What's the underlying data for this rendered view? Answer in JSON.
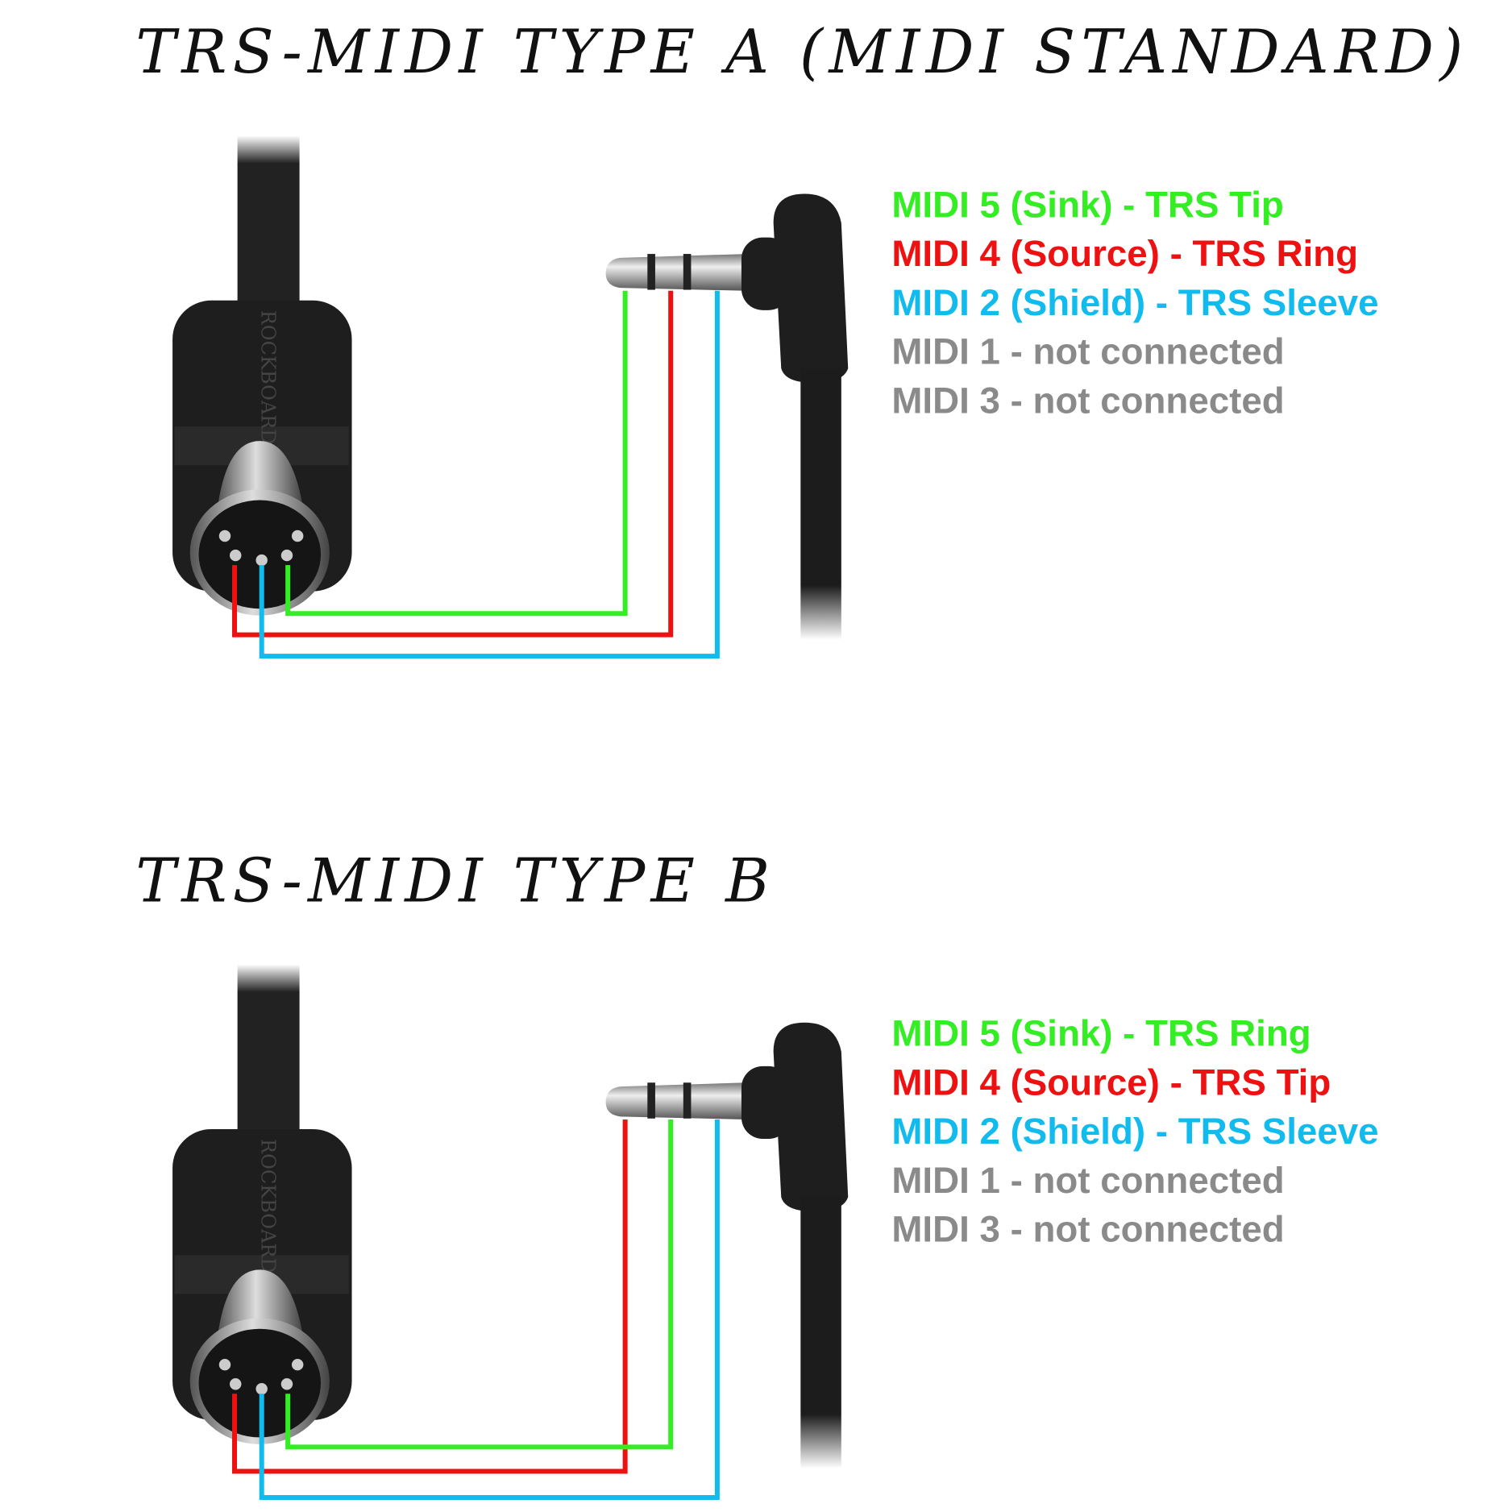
{
  "colors": {
    "sink": "#33ee22",
    "source": "#ee1111",
    "shield": "#11bbee",
    "nc": "#8a8a8a"
  },
  "connector_logo": "ROCKBOARD",
  "sections": [
    {
      "title": "TRS-MIDI TYPE A (MIDI STANDARD)",
      "pins": [
        {
          "text": "MIDI 5 (Sink) - TRS Tip",
          "color": "sink"
        },
        {
          "text": "MIDI 4 (Source) - TRS Ring",
          "color": "source"
        },
        {
          "text": "MIDI 2 (Shield) - TRS Sleeve",
          "color": "shield"
        },
        {
          "text": "MIDI 1 - not connected",
          "color": "nc"
        },
        {
          "text": "MIDI 3 - not connected",
          "color": "nc"
        }
      ]
    },
    {
      "title": "TRS-MIDI TYPE B",
      "pins": [
        {
          "text": "MIDI 5 (Sink) - TRS Ring",
          "color": "sink"
        },
        {
          "text": "MIDI 4 (Source) - TRS Tip",
          "color": "source"
        },
        {
          "text": "MIDI 2 (Shield) - TRS Sleeve",
          "color": "shield"
        },
        {
          "text": "MIDI 1 - not connected",
          "color": "nc"
        },
        {
          "text": "MIDI 3 - not connected",
          "color": "nc"
        }
      ]
    }
  ]
}
